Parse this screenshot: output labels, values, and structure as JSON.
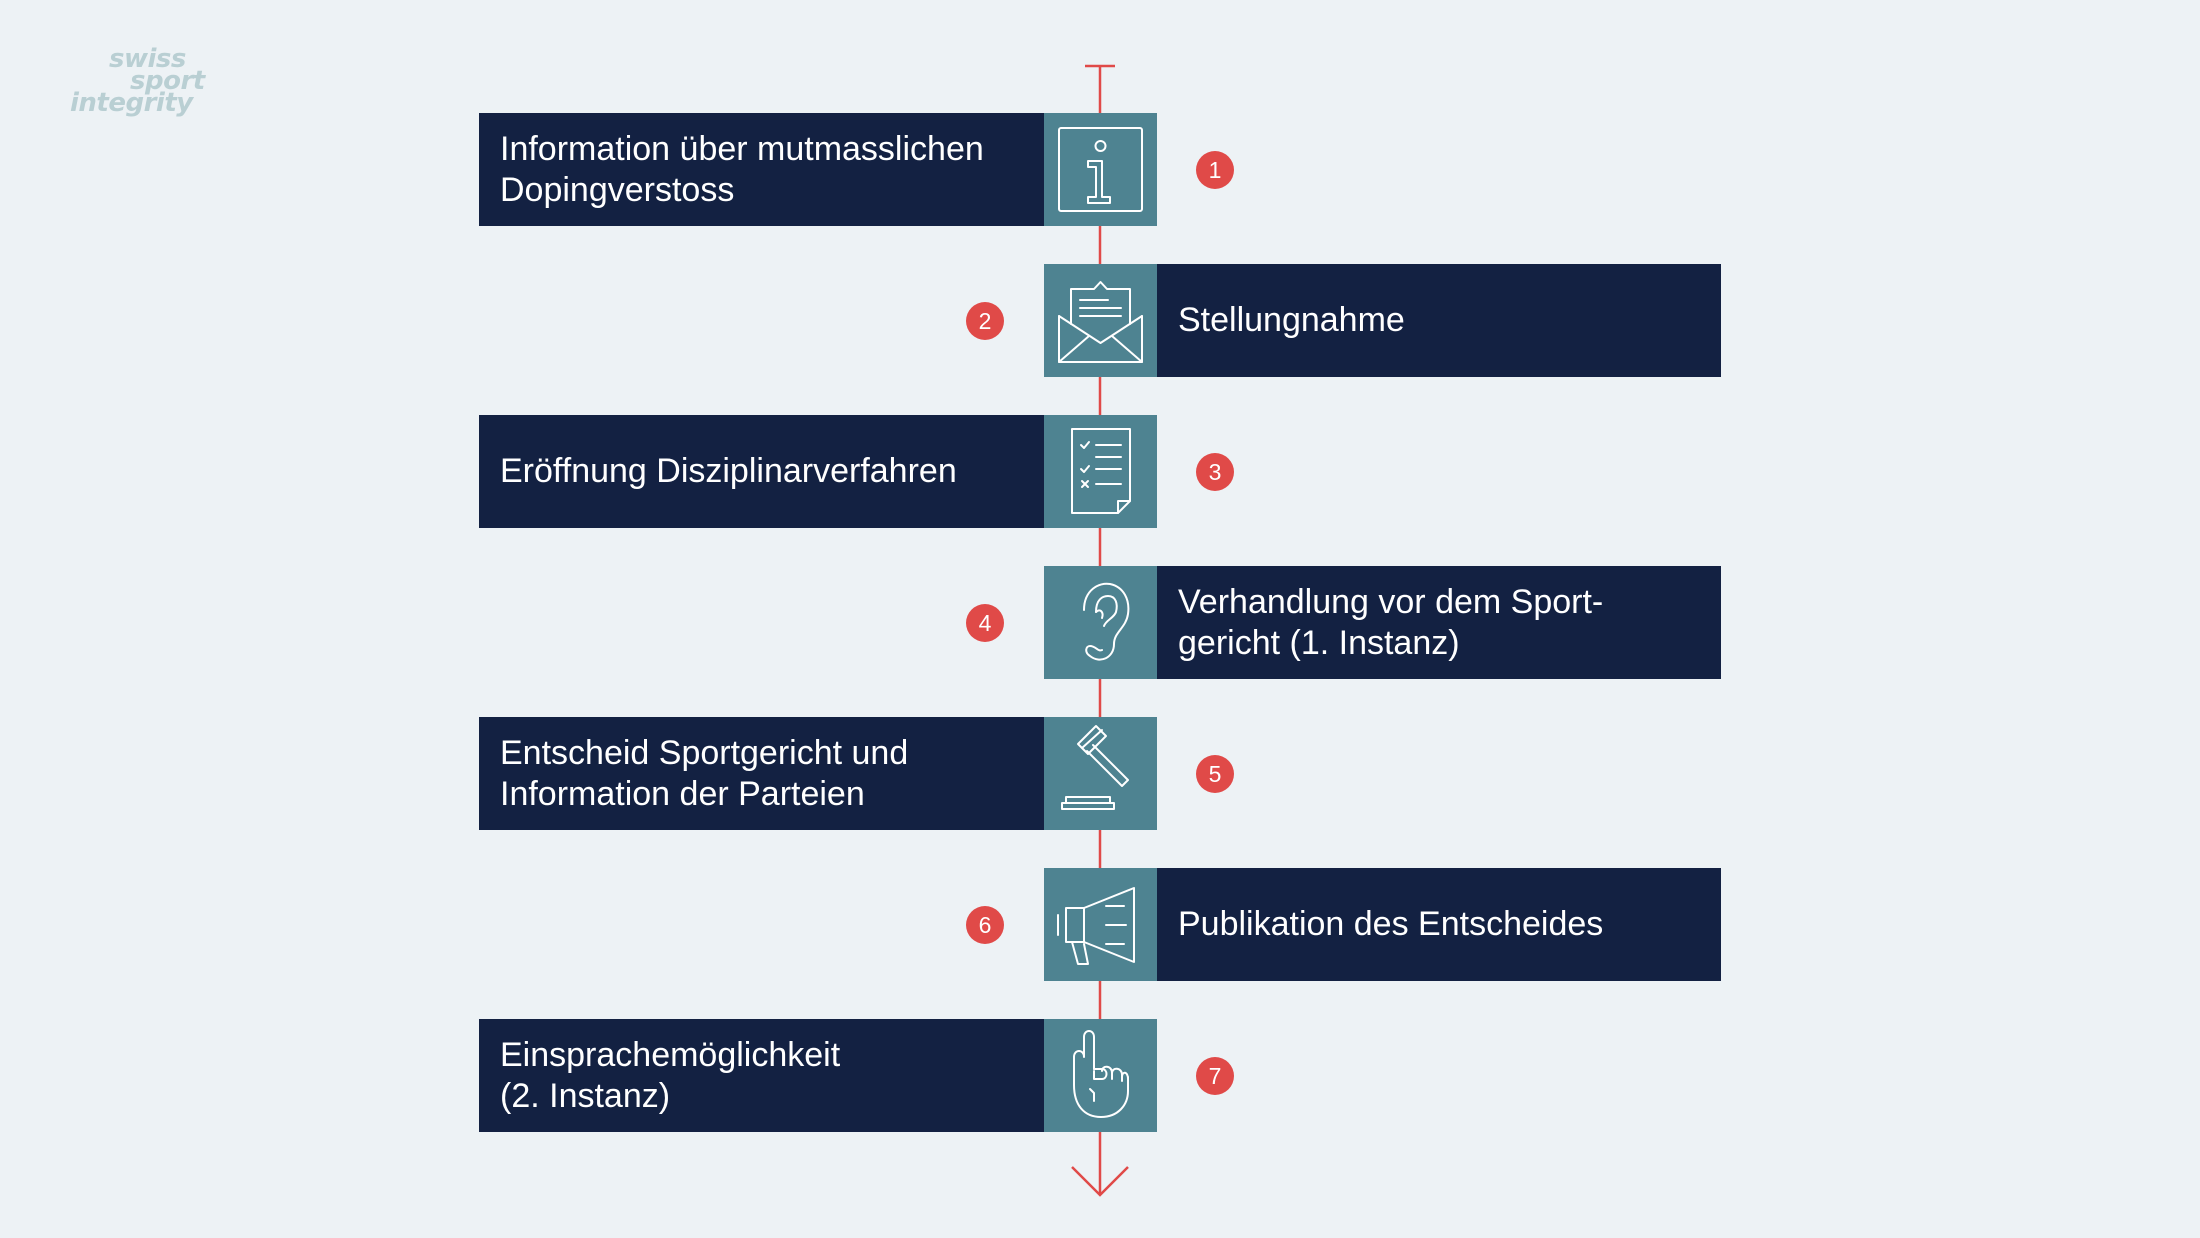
{
  "brand": {
    "logo_line1": "swiss",
    "logo_line2": "sport",
    "logo_line3": "integrity"
  },
  "colors": {
    "background": "#edf2f5",
    "box": "#132142",
    "icon_tile": "#4e8391",
    "badge": "#e04a48",
    "timeline": "#e04a48",
    "logo": "#b9cfd3"
  },
  "steps": [
    {
      "number": "1",
      "label": "Information über mutmasslichen\nDopingverstoss",
      "icon": "info-icon",
      "side": "left"
    },
    {
      "number": "2",
      "label": "Stellungnahme",
      "icon": "envelope-letter-icon",
      "side": "right"
    },
    {
      "number": "3",
      "label": "Eröffnung Disziplinarverfahren",
      "icon": "checklist-document-icon",
      "side": "left"
    },
    {
      "number": "4",
      "label": "Verhandlung vor dem Sport-\ngericht (1. Instanz)",
      "icon": "ear-icon",
      "side": "right"
    },
    {
      "number": "5",
      "label": "Entscheid Sportgericht und\nInformation der Parteien",
      "icon": "gavel-icon",
      "side": "left"
    },
    {
      "number": "6",
      "label": "Publikation des Entscheides",
      "icon": "megaphone-icon",
      "side": "right"
    },
    {
      "number": "7",
      "label": "Einsprachemöglichkeit\n(2. Instanz)",
      "icon": "raised-finger-hand-icon",
      "side": "left"
    }
  ]
}
